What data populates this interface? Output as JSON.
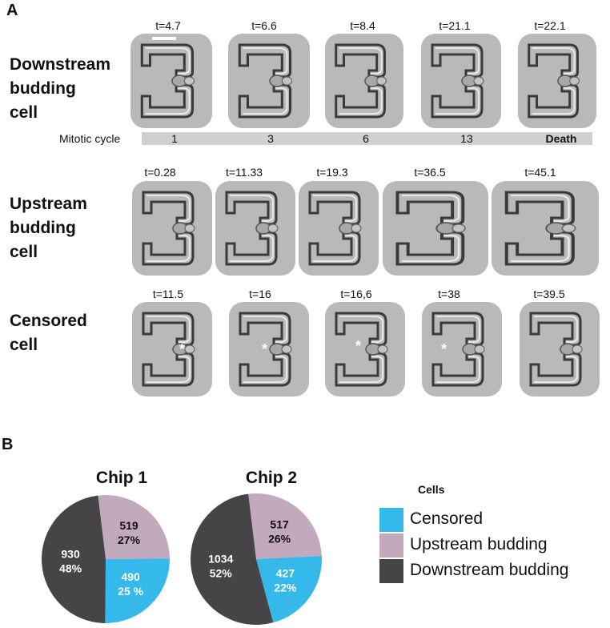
{
  "panel_a": {
    "letter": "A",
    "rows": [
      {
        "label_lines": [
          "Downstream",
          "budding",
          "cell"
        ],
        "times": [
          "t=4.7",
          "t=6.6",
          "t=8.4",
          "t=21.1",
          "t=22.1"
        ]
      },
      {
        "label_lines": [
          "Upstream",
          "budding",
          "cell"
        ],
        "times": [
          "t=0.28",
          "t=11.33",
          "t=19.3",
          "t=36.5",
          "t=45.1"
        ]
      },
      {
        "label_lines": [
          "Censored",
          "cell"
        ],
        "times": [
          "t=11.5",
          "t=16",
          "t=16,6",
          "t=38",
          "t=39.5"
        ],
        "marker": "*"
      }
    ],
    "mitotic": {
      "label": "Mitotic cycle",
      "values": [
        "1",
        "3",
        "6",
        "13",
        "Death"
      ]
    }
  },
  "panel_b": {
    "letter": "B",
    "legend_title": "Cells",
    "colors": {
      "censored": "#35b8ea",
      "upstream": "#c2a9bd",
      "downstream": "#454547"
    }
  },
  "chart_data": [
    {
      "type": "pie",
      "title": "Chip 1",
      "categories": [
        "Censored",
        "Upstream budding",
        "Downstream budding"
      ],
      "values": [
        490,
        519,
        930
      ],
      "labels": [
        [
          "490",
          "25 %"
        ],
        [
          "519",
          "27%"
        ],
        [
          "930",
          "48%"
        ]
      ]
    },
    {
      "type": "pie",
      "title": "Chip 2",
      "categories": [
        "Censored",
        "Upstream budding",
        "Downstream budding"
      ],
      "values": [
        427,
        517,
        1034
      ],
      "labels": [
        [
          "427",
          "22%"
        ],
        [
          "517",
          "26%"
        ],
        [
          "1034",
          "52%"
        ]
      ]
    }
  ]
}
